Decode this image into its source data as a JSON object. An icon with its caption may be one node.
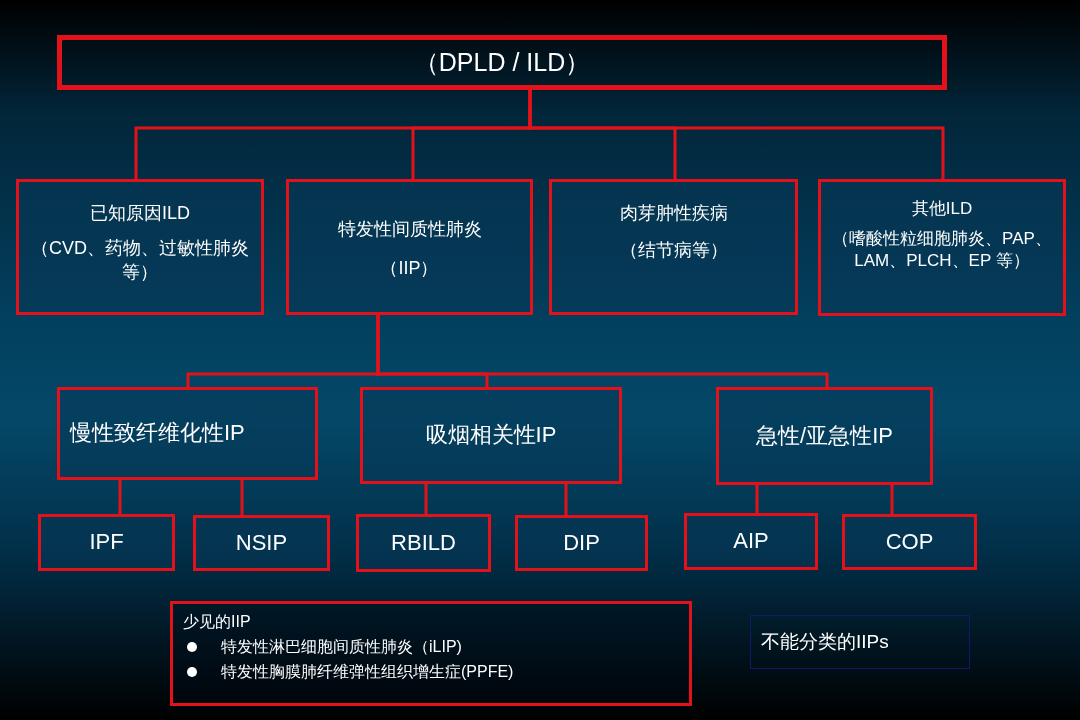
{
  "diagram": {
    "nodes": [
      {
        "text": [
          "（DPLD / ILD）"
        ]
      },
      {
        "text": [
          "已知原因ILD",
          "（CVD、药物、过敏性肺炎等）"
        ]
      },
      {
        "text": [
          "特发性间质性肺炎",
          "（IIP）"
        ]
      },
      {
        "text": [
          "肉芽肿性疾病",
          "（结节病等）"
        ]
      },
      {
        "text": [
          "其他ILD",
          "（嗜酸性粒细胞肺炎、PAP、LAM、PLCH、EP 等）"
        ]
      },
      {
        "text": [
          "慢性致纤维化性IP"
        ]
      },
      {
        "text": [
          "吸烟相关性IP"
        ]
      },
      {
        "text": [
          "急性/亚急性IP"
        ]
      },
      {
        "text": [
          "IPF"
        ]
      },
      {
        "text": [
          "NSIP"
        ]
      },
      {
        "text": [
          "RBILD"
        ]
      },
      {
        "text": [
          "DIP"
        ]
      },
      {
        "text": [
          "AIP"
        ]
      },
      {
        "text": [
          "COP"
        ]
      },
      {
        "text": [
          "少见的IIP",
          "特发性淋巴细胞间质性肺炎（iLIP)",
          "特发性胸膜肺纤维弹性组织增生症(PPFE)"
        ]
      },
      {
        "text": [
          "不能分类的IIPs"
        ]
      }
    ],
    "edges": [
      {
        "from": 0,
        "to": 1,
        "arrow": "none"
      },
      {
        "from": 0,
        "to": 2,
        "arrow": "none"
      },
      {
        "from": 0,
        "to": 3,
        "arrow": "none"
      },
      {
        "from": 0,
        "to": 4,
        "arrow": "none"
      },
      {
        "from": 2,
        "to": 5,
        "arrow": "none"
      },
      {
        "from": 2,
        "to": 6,
        "arrow": "none"
      },
      {
        "from": 2,
        "to": 7,
        "arrow": "none"
      },
      {
        "from": 5,
        "to": 8,
        "arrow": "none"
      },
      {
        "from": 5,
        "to": 9,
        "arrow": "none"
      },
      {
        "from": 6,
        "to": 10,
        "arrow": "none"
      },
      {
        "from": 6,
        "to": 11,
        "arrow": "none"
      },
      {
        "from": 7,
        "to": 12,
        "arrow": "none"
      },
      {
        "from": 7,
        "to": 13,
        "arrow": "none"
      }
    ]
  }
}
